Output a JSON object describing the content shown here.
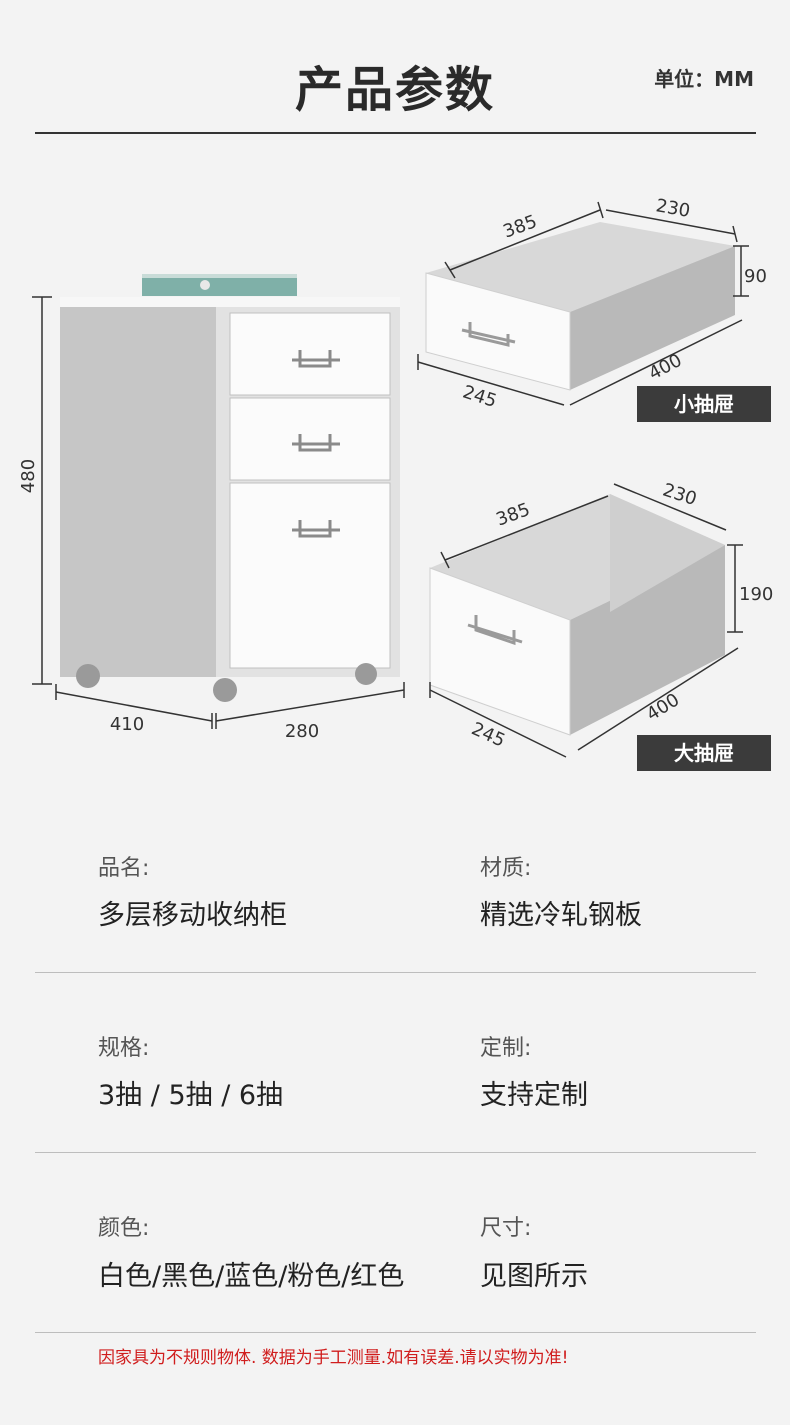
{
  "header": {
    "title": "产品参数",
    "unit": "单位：MM"
  },
  "figure": {
    "cabinet": {
      "height": "480",
      "width": "410",
      "depth": "280"
    },
    "small_drawer": {
      "tag": "小抽屉",
      "top_left": "385",
      "top_right": "230",
      "height": "90",
      "bottom_left": "245",
      "bottom_right": "400"
    },
    "large_drawer": {
      "tag": "大抽屉",
      "top_left": "385",
      "top_right": "230",
      "height": "190",
      "bottom_left": "245",
      "bottom_right": "400"
    }
  },
  "specs": [
    {
      "label": "品名:",
      "value": "多层移动收纳柜"
    },
    {
      "label": "材质:",
      "value": "精选冷轧钢板"
    },
    {
      "label": "规格:",
      "value": "3抽 / 5抽 / 6抽"
    },
    {
      "label": "定制:",
      "value": "支持定制"
    },
    {
      "label": "颜色:",
      "value": "白色/黑色/蓝色/粉色/红色"
    },
    {
      "label": "尺寸:",
      "value": "见图所示"
    }
  ],
  "disclaimer": "因家具为不规则物体. 数据为手工测量.如有误差.请以实物为准!",
  "colors": {
    "tag_bg": "#3b3b3b",
    "disclaimer": "#d01d1d",
    "background": "#f3f3f3"
  }
}
